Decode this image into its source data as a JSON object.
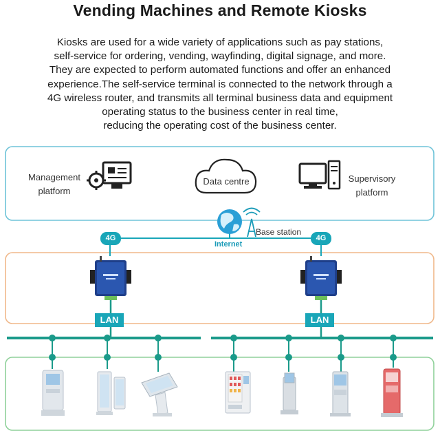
{
  "header": {
    "title": "Vending Machines and Remote Kiosks",
    "intro_lines": [
      "Kiosks are used for a wide variety of applications such as pay stations,",
      "self-service for ordering, vending, wayfinding, digital signage, and more.",
      "They are expected to perform automated functions and offer an enhanced",
      "experience.The self-service terminal is connected to the network through a",
      "4G wireless router, and transmits all terminal business data and equipment",
      "operating status to the business center in real time,",
      "reducing the operating cost of the business center."
    ]
  },
  "diagram": {
    "management": {
      "line1": "Management",
      "line2": "platform"
    },
    "data_centre": "Data centre",
    "supervisory": {
      "line1": "Supervisory",
      "line2": "platform"
    },
    "base_station": "Base station",
    "internet": "Internet",
    "tag_4g": "4G",
    "lan": "LAN",
    "colors": {
      "cloud_border": "#6ec3d8",
      "router_border": "#f0b88a",
      "terminal_border": "#8fd19a",
      "network_line": "#1a9a8a",
      "tag_fill": "#19a6b8"
    }
  }
}
